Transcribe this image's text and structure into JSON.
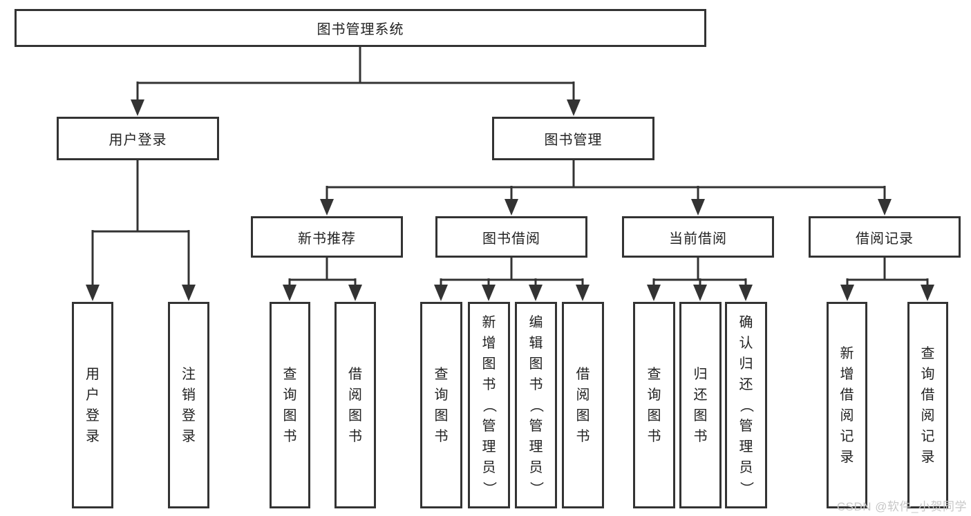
{
  "diagram": {
    "root": "图书管理系统",
    "branches": [
      {
        "label": "用户登录",
        "children": [
          "用户登录",
          "注销登录"
        ]
      },
      {
        "label": "图书管理",
        "children": [
          {
            "label": "新书推荐",
            "children": [
              "查询图书",
              "借阅图书"
            ]
          },
          {
            "label": "图书借阅",
            "children": [
              "查询图书",
              "新增图书（管理员）",
              "编辑图书（管理员）",
              "借阅图书"
            ]
          },
          {
            "label": "当前借阅",
            "children": [
              "查询图书",
              "归还图书",
              "确认归还（管理员）"
            ]
          },
          {
            "label": "借阅记录",
            "children": [
              "新增借阅记录",
              "查询借阅记录"
            ]
          }
        ]
      }
    ]
  },
  "colors": {
    "line": "#333333",
    "text": "#222222",
    "watermark": "#c7c7c7"
  },
  "watermark": "CSDN @软件_小贺同学"
}
